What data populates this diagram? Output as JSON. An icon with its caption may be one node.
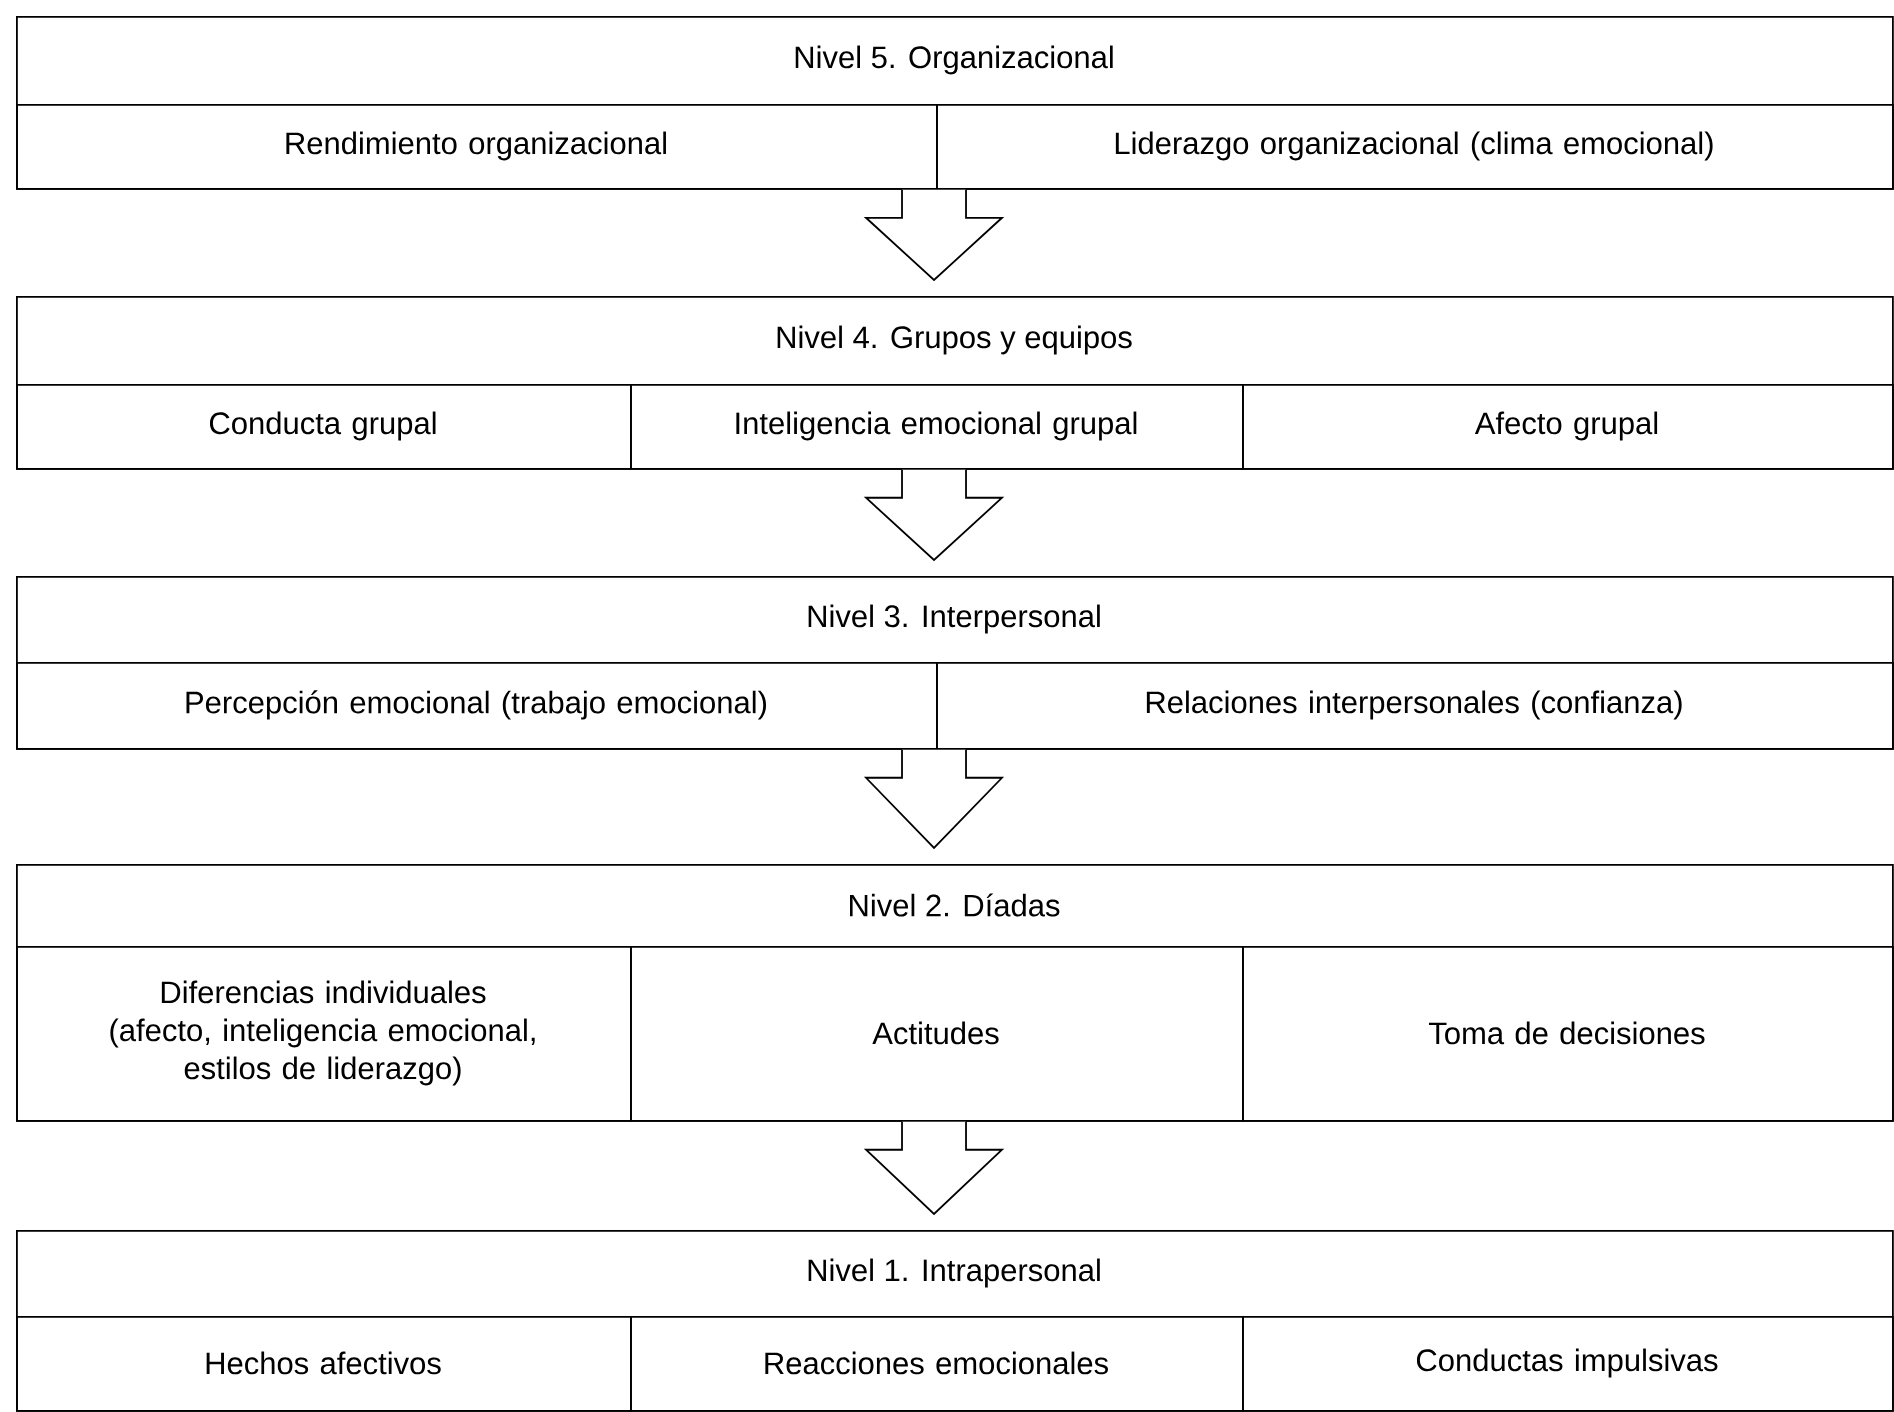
{
  "diagram": {
    "nodes": [
      {
        "text": [
          "Nivel 5. Organizacional"
        ]
      },
      {
        "text": [
          "Rendimiento organizacional"
        ],
        "in": 0
      },
      {
        "text": [
          "Liderazgo organizacional (clima emocional)"
        ],
        "in": 0
      },
      {
        "text": [
          "Nivel 4. Grupos y equipos"
        ]
      },
      {
        "text": [
          "Conducta grupal"
        ],
        "in": 3
      },
      {
        "text": [
          "Inteligencia emocional grupal"
        ],
        "in": 3
      },
      {
        "text": [
          "Afecto grupal"
        ],
        "in": 3
      },
      {
        "text": [
          "Nivel 3. Interpersonal"
        ]
      },
      {
        "text": [
          "Percepción emocional (trabajo emocional)"
        ],
        "in": 7
      },
      {
        "text": [
          "Relaciones interpersonales (confianza)"
        ],
        "in": 7
      },
      {
        "text": [
          "Nivel 2. Díadas"
        ]
      },
      {
        "text": [
          "Diferencias individuales (afecto, inteligencia emocional, estilos de liderazgo)"
        ],
        "in": 10
      },
      {
        "text": [
          "Actitudes"
        ],
        "in": 10
      },
      {
        "text": [
          "Toma de decisiones"
        ],
        "in": 10
      },
      {
        "text": [
          "Nivel 1. Intrapersonal"
        ]
      },
      {
        "text": [
          "Hechos afectivos"
        ],
        "in": 14
      },
      {
        "text": [
          "Reacciones emocionales"
        ],
        "in": 14
      },
      {
        "text": [
          "Conductas impulsivas"
        ],
        "in": 14
      }
    ],
    "edges": [
      {
        "from": 0,
        "to": 3,
        "arrow": "to"
      },
      {
        "from": 3,
        "to": 7,
        "arrow": "to"
      },
      {
        "from": 7,
        "to": 10,
        "arrow": "to"
      },
      {
        "from": 10,
        "to": 14,
        "arrow": "to"
      }
    ]
  }
}
